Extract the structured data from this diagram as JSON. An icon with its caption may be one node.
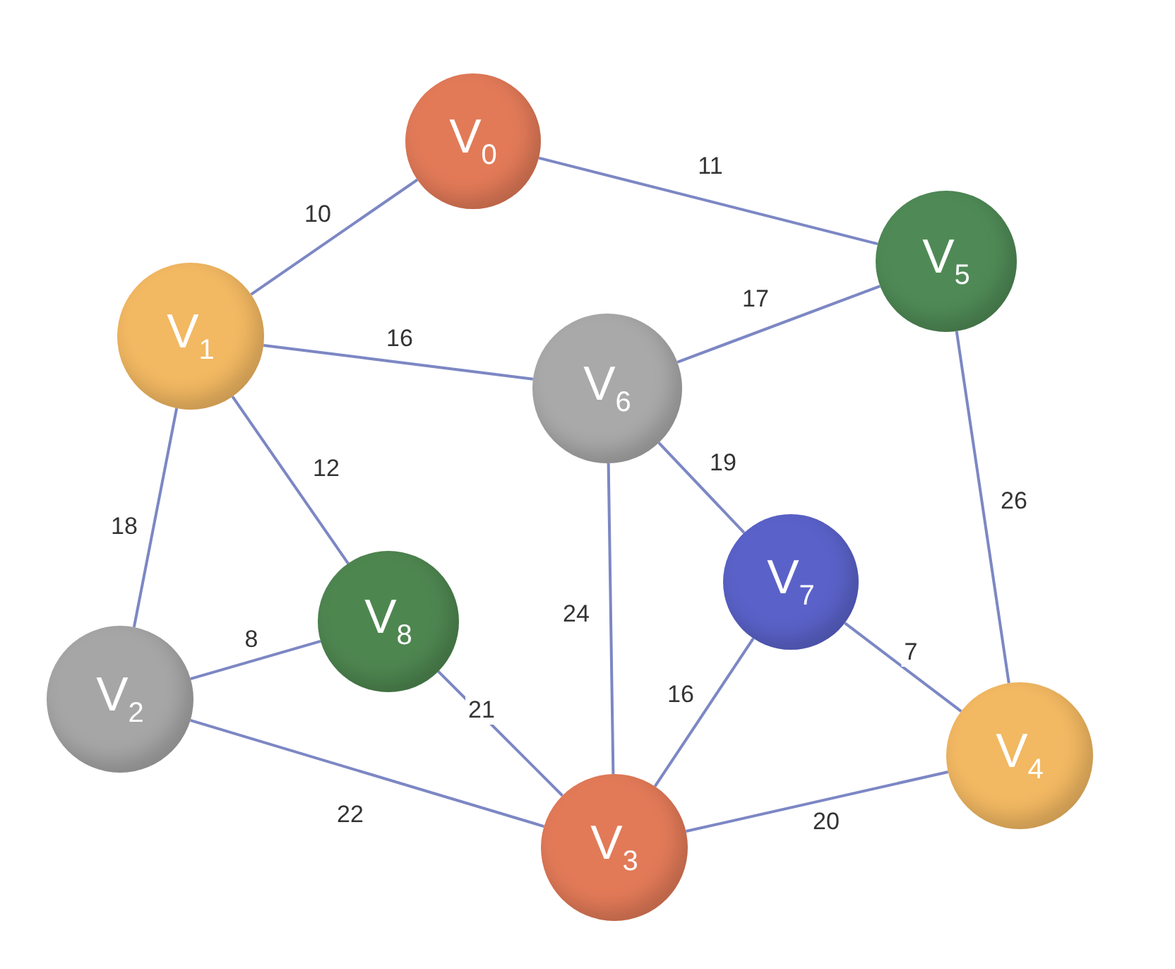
{
  "diagram": {
    "nodes": [
      {
        "text": [
          "V$_{0}$"
        ]
      },
      {
        "text": [
          "V$_{5}$"
        ]
      },
      {
        "text": [
          "V$_{1}$"
        ]
      },
      {
        "text": [
          "V$_{6}$"
        ]
      },
      {
        "text": [
          "V$_{7}$"
        ]
      },
      {
        "text": [
          "V$_{8}$"
        ]
      },
      {
        "text": [
          "V$_{2}$"
        ]
      },
      {
        "text": [
          "V$_{4}$"
        ]
      },
      {
        "text": [
          "V$_{3}$"
        ]
      }
    ],
    "edges": [
      {
        "from": 0,
        "to": 2,
        "arrow": "none",
        "label": "10"
      },
      {
        "from": 0,
        "to": 1,
        "arrow": "none",
        "label": "11"
      },
      {
        "from": 2,
        "to": 3,
        "arrow": "none",
        "label": "16"
      },
      {
        "from": 3,
        "to": 1,
        "arrow": "none",
        "label": "17"
      },
      {
        "from": 2,
        "to": 5,
        "arrow": "none",
        "label": "12"
      },
      {
        "from": 2,
        "to": 6,
        "arrow": "none",
        "label": "18"
      },
      {
        "from": 3,
        "to": 4,
        "arrow": "none",
        "label": "19"
      },
      {
        "from": 1,
        "to": 7,
        "arrow": "none",
        "label": "26"
      },
      {
        "from": 3,
        "to": 8,
        "arrow": "none",
        "label": "24"
      },
      {
        "from": 6,
        "to": 5,
        "arrow": "none",
        "label": "8"
      },
      {
        "from": 5,
        "to": 8,
        "arrow": "none",
        "label": "21"
      },
      {
        "from": 4,
        "to": 8,
        "arrow": "none",
        "label": "16"
      },
      {
        "from": 4,
        "to": 7,
        "arrow": "none",
        "label": "7"
      },
      {
        "from": 6,
        "to": 8,
        "arrow": "none",
        "label": "22"
      },
      {
        "from": 8,
        "to": 7,
        "arrow": "none",
        "label": "20"
      }
    ]
  }
}
